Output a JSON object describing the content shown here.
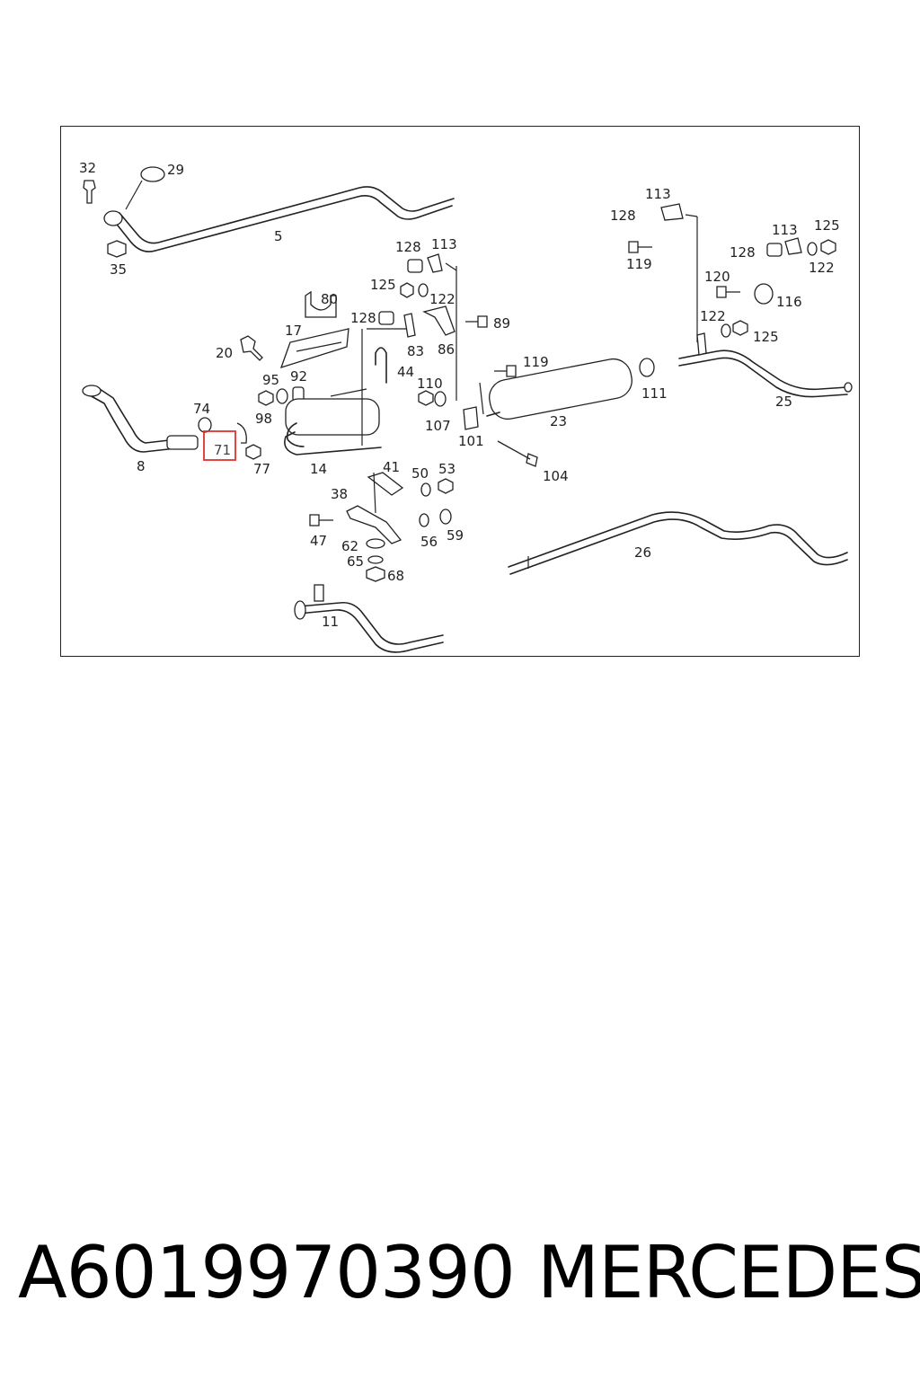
{
  "diagram": {
    "highlight_color": "#e03030",
    "highlighted_part": "71",
    "part_labels": {
      "p32": "32",
      "p29": "29",
      "p35": "35",
      "p5": "5",
      "p113a": "113",
      "p128a": "128",
      "p119a": "119",
      "p113b": "113",
      "p125a": "125",
      "p128b": "128",
      "p122a": "122",
      "p120": "120",
      "p116": "116",
      "p122b": "122",
      "p125b": "125",
      "p128c": "128",
      "p113c": "113",
      "p125c": "125",
      "p122c": "122",
      "p80": "80",
      "p17": "17",
      "p128d": "128",
      "p83": "83",
      "p86": "86",
      "p89": "89",
      "p20": "20",
      "p95": "95",
      "p92": "92",
      "p98": "98",
      "p44": "44",
      "p110": "110",
      "p107": "107",
      "p119b": "119",
      "p101": "101",
      "p23": "23",
      "p111": "111",
      "p25": "25",
      "p104": "104",
      "p74": "74",
      "p71": "71",
      "p77": "77",
      "p8": "8",
      "p14": "14",
      "p41": "41",
      "p50": "50",
      "p53": "53",
      "p38": "38",
      "p47": "47",
      "p56": "56",
      "p59": "59",
      "p62": "62",
      "p65": "65",
      "p68": "68",
      "p26": "26",
      "p11": "11"
    }
  },
  "footer": {
    "part_number": "A6019970390",
    "brand": "MERCEDES"
  }
}
